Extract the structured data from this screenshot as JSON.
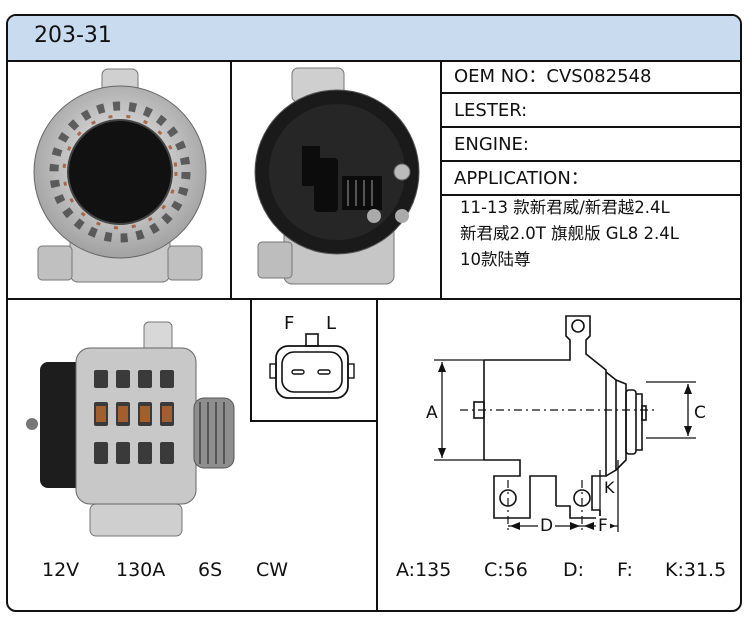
{
  "header": {
    "part_number": "203-31"
  },
  "info": {
    "oem": "OEM NO：CVS082548",
    "lester": "LESTER:",
    "engine": "ENGINE:",
    "application_label": "APPLICATION："
  },
  "application": {
    "line1": "11-13 款新君威/新君越2.4L",
    "line2": "新君威2.0T 旗舰版  GL8  2.4L",
    "line3": "10款陆尊"
  },
  "connector": {
    "pin_f": "F",
    "pin_l": "L"
  },
  "specs": {
    "voltage": "12V",
    "amperage": "130A",
    "pulley": "6S",
    "rotation": "CW"
  },
  "dimensions": {
    "a": "A:135",
    "c": "C:56",
    "d": "D:",
    "f": "F:",
    "k": "K:31.5"
  },
  "diagram_labels": {
    "a": "A",
    "c": "C",
    "d": "D",
    "f": "F",
    "k": "K"
  }
}
